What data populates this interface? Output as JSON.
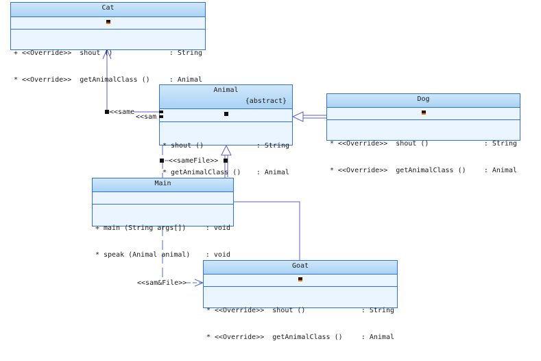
{
  "colors": {
    "class_border": "#2f6fd6",
    "class_header": "#b8dcf7",
    "class_body": "#eaf5ff",
    "connector": "#5b5bd0",
    "dashed": "#4a6fc8"
  },
  "classes": {
    "cat": {
      "name": "Cat",
      "stereotype": "",
      "operations": [
        {
          "vis": "+",
          "name": "<<Override>>  shout ()",
          "type": ": String"
        },
        {
          "vis": "*",
          "name": "<<Override>>  getAnimalClass ()",
          "type": ": Animal"
        }
      ]
    },
    "animal": {
      "name": "Animal",
      "stereotype": "{abstract}",
      "operations": [
        {
          "vis": "*",
          "name": "shout ()",
          "type": ": String"
        },
        {
          "vis": "*",
          "name": "getAnimalClass ()",
          "type": ": Animal"
        }
      ]
    },
    "dog": {
      "name": "Dog",
      "stereotype": "",
      "operations": [
        {
          "vis": "*",
          "name": "<<Override>>  shout ()",
          "type": ": String"
        },
        {
          "vis": "*",
          "name": "<<Override>>  getAnimalClass ()",
          "type": ": Animal"
        }
      ]
    },
    "main": {
      "name": "Main",
      "stereotype": "",
      "operations": [
        {
          "vis": "+",
          "name": "main (String args[])",
          "type": ": void"
        },
        {
          "vis": "*",
          "name": "speak (Animal animal)",
          "type": ": void"
        }
      ]
    },
    "goat": {
      "name": "Goat",
      "stereotype": "",
      "operations": [
        {
          "vis": "*",
          "name": "<<Override>>  shout ()",
          "type": ": String"
        },
        {
          "vis": "*",
          "name": "<<Override>>  getAnimalClass ()",
          "type": ": Animal"
        }
      ]
    }
  },
  "labels": {
    "cat_animal_left": "<<same",
    "cat_animal_right": "<<sam",
    "main_animal": "<<sameFile>>",
    "main_goat": "<<sam&File>>"
  }
}
